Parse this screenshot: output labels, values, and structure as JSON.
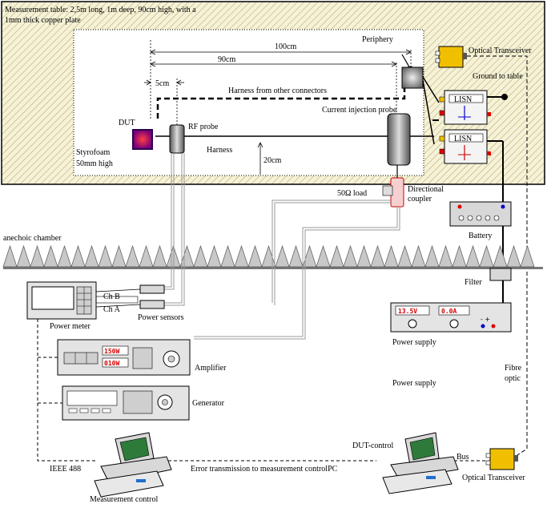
{
  "table": {
    "caption_line1": "Measurement table: 2,5m long, 1m deep, 90cm high, with a",
    "caption_line2": "1mm thick copper plate",
    "styrofoam_line1": "Styrofoam",
    "styrofoam_line2": "50mm high"
  },
  "dimensions": {
    "d100": "100cm",
    "d90": "90cm",
    "d5": "5cm",
    "d20": "20cm"
  },
  "labels": {
    "periphery": "Periphery",
    "optical_transceiver_top": "Optical Transceiver",
    "ground_to_table": "Ground to table",
    "harness_other": "Harness from other connectors",
    "current_probe": "Current injection probe",
    "dut": "DUT",
    "rf_probe": "RF probe",
    "harness": "Harness",
    "lisn": "LISN",
    "load": "50Ω load",
    "directional_line1": "Directional",
    "directional_line2": "coupler",
    "battery": "Battery",
    "anechoic": "anechoic chamber",
    "filter": "Filter",
    "ch_b": "Ch B",
    "ch_a": "Ch A",
    "power_meter": "Power meter",
    "power_sensors": "Power sensors",
    "power_supply_device": "Power supply",
    "power_supply_text": "Power supply",
    "amplifier": "Amplifier",
    "generator": "Generator",
    "fibre": "Fibre",
    "optic": "optic",
    "ieee": "IEEE 488",
    "dut_control": "DUT-control",
    "bus": "Bus",
    "error_tx": "Error transmission to measurement controlPC",
    "measurement_control": "Measurement control",
    "optical_transceiver_bottom": "Optical Transceiver"
  },
  "displays": {
    "ps_v": "13.5V",
    "ps_a": "0.0A",
    "amp_1": "150W",
    "amp_2": "010W"
  }
}
